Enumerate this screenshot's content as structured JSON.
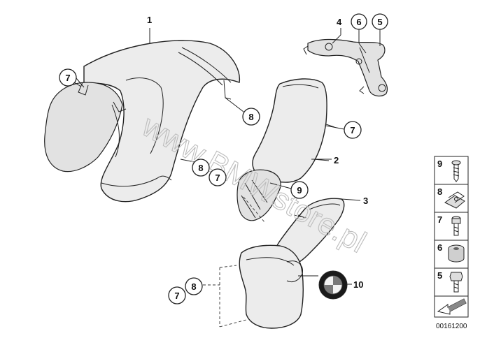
{
  "callouts": {
    "p1": "1",
    "p2": "2",
    "p3": "3",
    "p4": "4",
    "p5": "5",
    "p6": "6",
    "c7a": "7",
    "c8a": "8",
    "c8b": "8",
    "c7b": "7",
    "c7c": "7",
    "c9": "9",
    "c10": "10",
    "c7d": "7",
    "c8c": "8"
  },
  "legend": [
    {
      "number": "9"
    },
    {
      "number": "8"
    },
    {
      "number": "7"
    },
    {
      "number": "6"
    },
    {
      "number": "5"
    }
  ],
  "watermark": "www.BMWstore.pl",
  "reference_number": "00161200"
}
